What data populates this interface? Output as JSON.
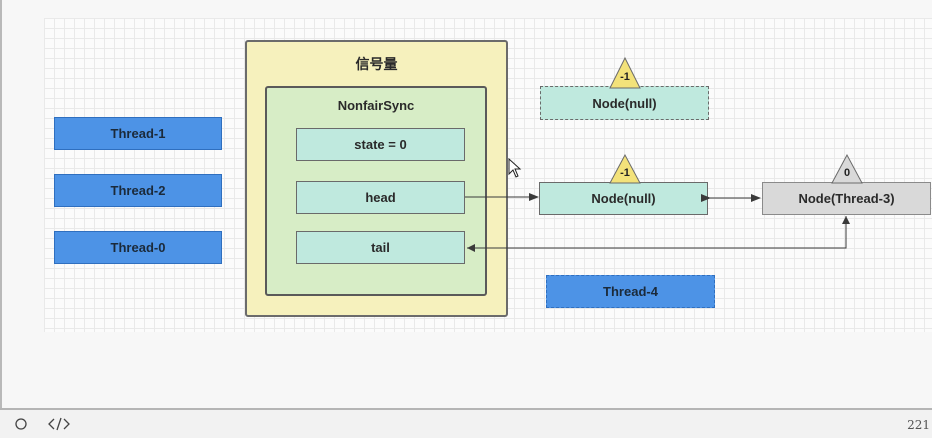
{
  "diagram": {
    "semaphore_title": "信号量",
    "sync_title": "NonfairSync",
    "fields": {
      "state": "state = 0",
      "head": "head",
      "tail": "tail"
    },
    "threads": {
      "thread1": "Thread-1",
      "thread2": "Thread-2",
      "thread0": "Thread-0",
      "thread4": "Thread-4"
    },
    "nodes": {
      "top_node": "Node(null)",
      "top_node_status": "-1",
      "head_node": "Node(null)",
      "head_node_status": "-1",
      "tail_node": "Node(Thread-3)",
      "tail_node_status": "0"
    }
  },
  "colors": {
    "thread_blue": "#4d93e6",
    "node_teal": "#bfe9de",
    "semaphore_yellow": "#f6f1bd",
    "sync_green": "#d7edc6",
    "warn_triangle": "#f3e27a",
    "gray_node": "#d9d9d9"
  },
  "player": {
    "play_icon": "circle-icon",
    "code_icon": "code-icon",
    "page_number": "221"
  }
}
